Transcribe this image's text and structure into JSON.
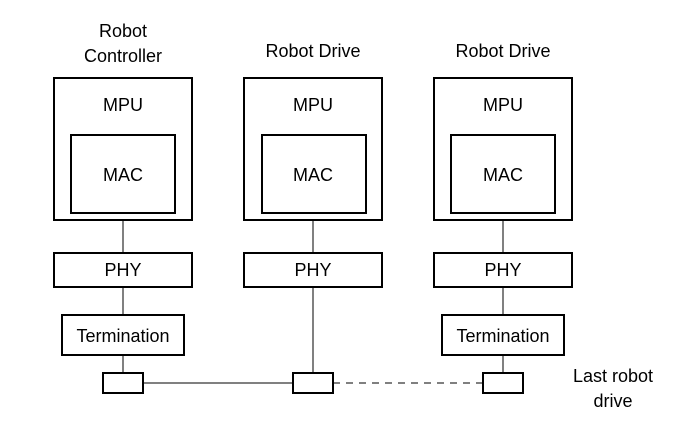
{
  "columns": [
    {
      "title_lines": [
        "Robot",
        "Controller"
      ],
      "mpu_label": "MPU",
      "mac_label": "MAC",
      "phy_label": "PHY",
      "termination_label": "Termination"
    },
    {
      "title_lines": [
        "Robot Drive"
      ],
      "mpu_label": "MPU",
      "mac_label": "MAC",
      "phy_label": "PHY"
    },
    {
      "title_lines": [
        "Robot Drive"
      ],
      "mpu_label": "MPU",
      "mac_label": "MAC",
      "phy_label": "PHY",
      "termination_label": "Termination"
    }
  ],
  "last_node_note": [
    "Last robot",
    "drive"
  ]
}
